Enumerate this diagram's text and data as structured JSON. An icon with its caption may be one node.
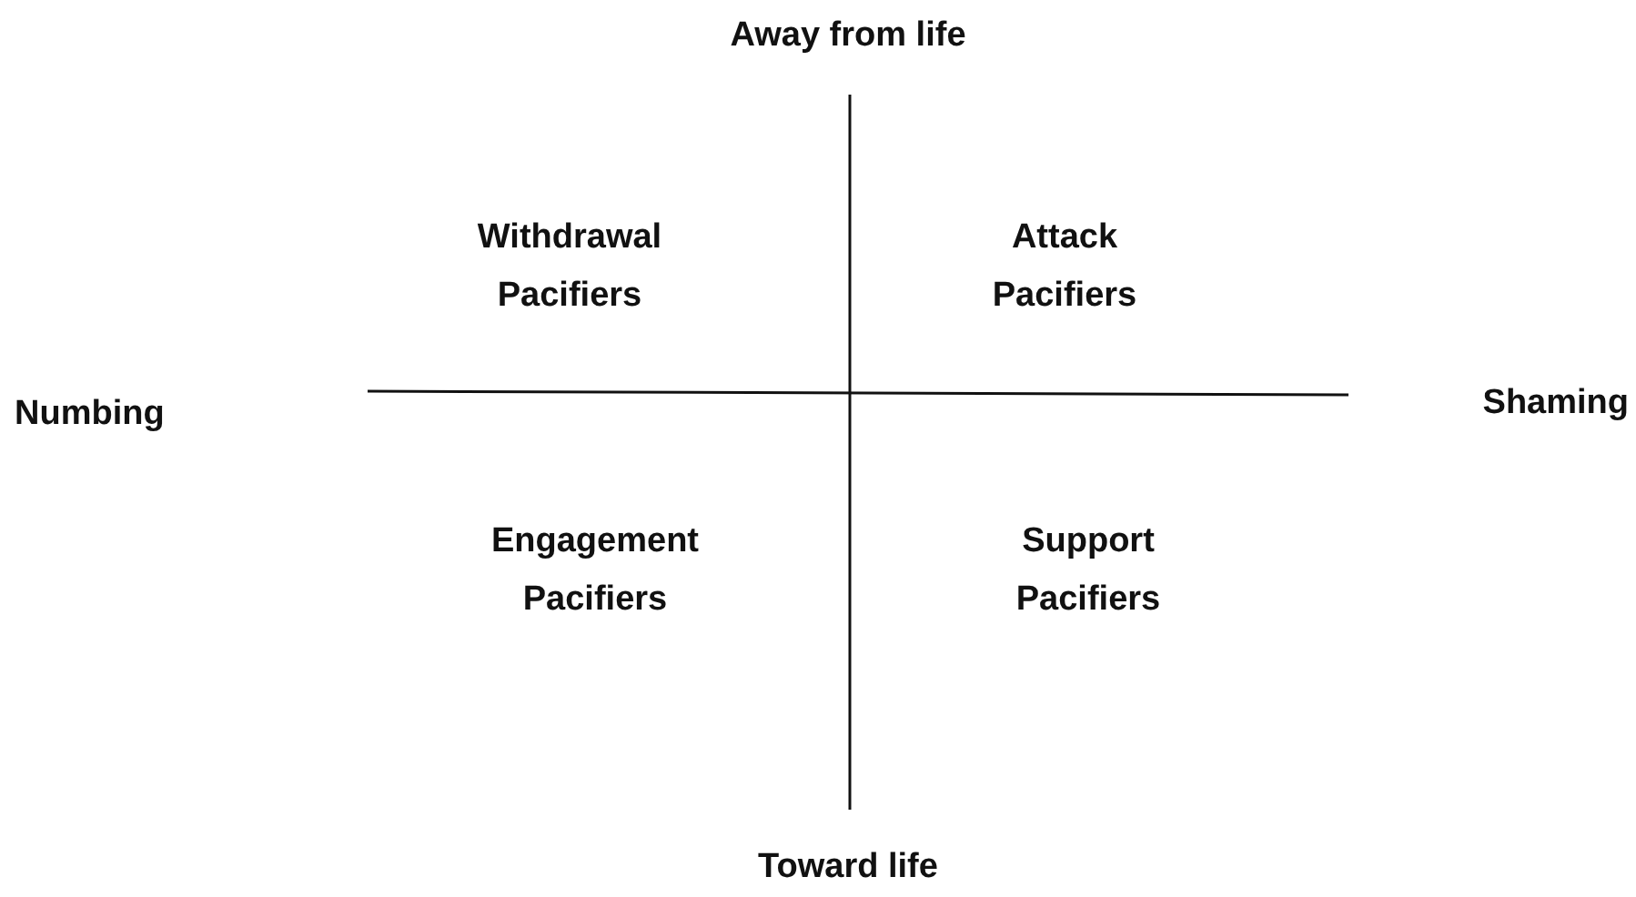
{
  "diagram": {
    "labels": [
      "Away from life",
      "Withdrawal Pacifiers",
      "Attack Pacifiers",
      "Numbing",
      "Shaming",
      "Engagement Pacifiers",
      "Support Pacifiers",
      "Toward life"
    ]
  }
}
